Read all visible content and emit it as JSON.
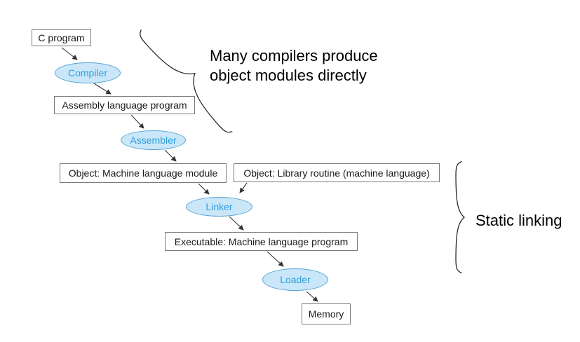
{
  "nodes": {
    "c_program": {
      "label": "C program"
    },
    "compiler": {
      "label": "Compiler"
    },
    "assembly": {
      "label": "Assembly language program"
    },
    "assembler": {
      "label": "Assembler"
    },
    "object_module": {
      "label": "Object: Machine language module"
    },
    "library_routine": {
      "label": "Object: Library routine (machine language)"
    },
    "linker": {
      "label": "Linker"
    },
    "executable": {
      "label": "Executable: Machine language program"
    },
    "loader": {
      "label": "Loader"
    },
    "memory": {
      "label": "Memory"
    }
  },
  "annotations": {
    "compilers_note": {
      "line1": "Many compilers produce",
      "line2": "object modules directly"
    },
    "static_linking": {
      "label": "Static linking"
    }
  },
  "colors": {
    "process_fill": "#c9e7f8",
    "process_border": "#58a4d4",
    "process_text": "#2d9fdd",
    "box_border": "#7a7a7a",
    "box_text": "#1a1a1a",
    "arrow": "#333333",
    "brace": "#1a1a1a",
    "annotation_text": "#000000"
  }
}
